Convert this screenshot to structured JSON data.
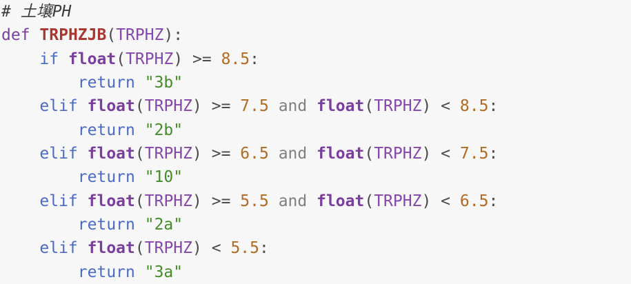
{
  "colors": {
    "background": "#f7f7f7",
    "text": "#333333",
    "comment": "#3b3b3b",
    "keyword": "#4b69c6",
    "storage": "#7a3e9d",
    "builtin": "#7a3e9d",
    "funcname": "#aa3731",
    "variable": "#8545ab",
    "number": "#b16a21",
    "string": "#448c27",
    "operator": "#4a4a4a",
    "punct": "#4a4a4a",
    "logical": "#7f7f7f"
  },
  "editor": {
    "language": "python",
    "lines": [
      [
        {
          "t": "# 土壤PH",
          "y": "comment"
        }
      ],
      [
        {
          "t": "def",
          "y": "storage"
        },
        {
          "t": " ",
          "y": "plain"
        },
        {
          "t": "TRPHZJB",
          "y": "funcname"
        },
        {
          "t": "(",
          "y": "punct"
        },
        {
          "t": "TRPHZ",
          "y": "variable"
        },
        {
          "t": "):",
          "y": "punct"
        }
      ],
      [
        {
          "t": "    ",
          "y": "plain"
        },
        {
          "t": "if",
          "y": "keyword"
        },
        {
          "t": " ",
          "y": "plain"
        },
        {
          "t": "float",
          "y": "builtin"
        },
        {
          "t": "(",
          "y": "punct"
        },
        {
          "t": "TRPHZ",
          "y": "variable"
        },
        {
          "t": ")",
          "y": "punct"
        },
        {
          "t": " ",
          "y": "plain"
        },
        {
          "t": ">=",
          "y": "operator"
        },
        {
          "t": " ",
          "y": "plain"
        },
        {
          "t": "8.5",
          "y": "number"
        },
        {
          "t": ":",
          "y": "punct"
        }
      ],
      [
        {
          "t": "        ",
          "y": "plain"
        },
        {
          "t": "return",
          "y": "keyword"
        },
        {
          "t": " ",
          "y": "plain"
        },
        {
          "t": "\"3b\"",
          "y": "string"
        }
      ],
      [
        {
          "t": "    ",
          "y": "plain"
        },
        {
          "t": "elif",
          "y": "keyword"
        },
        {
          "t": " ",
          "y": "plain"
        },
        {
          "t": "float",
          "y": "builtin"
        },
        {
          "t": "(",
          "y": "punct"
        },
        {
          "t": "TRPHZ",
          "y": "variable"
        },
        {
          "t": ")",
          "y": "punct"
        },
        {
          "t": " ",
          "y": "plain"
        },
        {
          "t": ">=",
          "y": "operator"
        },
        {
          "t": " ",
          "y": "plain"
        },
        {
          "t": "7.5",
          "y": "number"
        },
        {
          "t": " ",
          "y": "plain"
        },
        {
          "t": "and",
          "y": "logical"
        },
        {
          "t": " ",
          "y": "plain"
        },
        {
          "t": "float",
          "y": "builtin"
        },
        {
          "t": "(",
          "y": "punct"
        },
        {
          "t": "TRPHZ",
          "y": "variable"
        },
        {
          "t": ")",
          "y": "punct"
        },
        {
          "t": " ",
          "y": "plain"
        },
        {
          "t": "<",
          "y": "operator"
        },
        {
          "t": " ",
          "y": "plain"
        },
        {
          "t": "8.5",
          "y": "number"
        },
        {
          "t": ":",
          "y": "punct"
        }
      ],
      [
        {
          "t": "        ",
          "y": "plain"
        },
        {
          "t": "return",
          "y": "keyword"
        },
        {
          "t": " ",
          "y": "plain"
        },
        {
          "t": "\"2b\"",
          "y": "string"
        }
      ],
      [
        {
          "t": "    ",
          "y": "plain"
        },
        {
          "t": "elif",
          "y": "keyword"
        },
        {
          "t": " ",
          "y": "plain"
        },
        {
          "t": "float",
          "y": "builtin"
        },
        {
          "t": "(",
          "y": "punct"
        },
        {
          "t": "TRPHZ",
          "y": "variable"
        },
        {
          "t": ")",
          "y": "punct"
        },
        {
          "t": " ",
          "y": "plain"
        },
        {
          "t": ">=",
          "y": "operator"
        },
        {
          "t": " ",
          "y": "plain"
        },
        {
          "t": "6.5",
          "y": "number"
        },
        {
          "t": " ",
          "y": "plain"
        },
        {
          "t": "and",
          "y": "logical"
        },
        {
          "t": " ",
          "y": "plain"
        },
        {
          "t": "float",
          "y": "builtin"
        },
        {
          "t": "(",
          "y": "punct"
        },
        {
          "t": "TRPHZ",
          "y": "variable"
        },
        {
          "t": ")",
          "y": "punct"
        },
        {
          "t": " ",
          "y": "plain"
        },
        {
          "t": "<",
          "y": "operator"
        },
        {
          "t": " ",
          "y": "plain"
        },
        {
          "t": "7.5",
          "y": "number"
        },
        {
          "t": ":",
          "y": "punct"
        }
      ],
      [
        {
          "t": "        ",
          "y": "plain"
        },
        {
          "t": "return",
          "y": "keyword"
        },
        {
          "t": " ",
          "y": "plain"
        },
        {
          "t": "\"10\"",
          "y": "string"
        }
      ],
      [
        {
          "t": "    ",
          "y": "plain"
        },
        {
          "t": "elif",
          "y": "keyword"
        },
        {
          "t": " ",
          "y": "plain"
        },
        {
          "t": "float",
          "y": "builtin"
        },
        {
          "t": "(",
          "y": "punct"
        },
        {
          "t": "TRPHZ",
          "y": "variable"
        },
        {
          "t": ")",
          "y": "punct"
        },
        {
          "t": " ",
          "y": "plain"
        },
        {
          "t": ">=",
          "y": "operator"
        },
        {
          "t": " ",
          "y": "plain"
        },
        {
          "t": "5.5",
          "y": "number"
        },
        {
          "t": " ",
          "y": "plain"
        },
        {
          "t": "and",
          "y": "logical"
        },
        {
          "t": " ",
          "y": "plain"
        },
        {
          "t": "float",
          "y": "builtin"
        },
        {
          "t": "(",
          "y": "punct"
        },
        {
          "t": "TRPHZ",
          "y": "variable"
        },
        {
          "t": ")",
          "y": "punct"
        },
        {
          "t": " ",
          "y": "plain"
        },
        {
          "t": "<",
          "y": "operator"
        },
        {
          "t": " ",
          "y": "plain"
        },
        {
          "t": "6.5",
          "y": "number"
        },
        {
          "t": ":",
          "y": "punct"
        }
      ],
      [
        {
          "t": "        ",
          "y": "plain"
        },
        {
          "t": "return",
          "y": "keyword"
        },
        {
          "t": " ",
          "y": "plain"
        },
        {
          "t": "\"2a\"",
          "y": "string"
        }
      ],
      [
        {
          "t": "    ",
          "y": "plain"
        },
        {
          "t": "elif",
          "y": "keyword"
        },
        {
          "t": " ",
          "y": "plain"
        },
        {
          "t": "float",
          "y": "builtin"
        },
        {
          "t": "(",
          "y": "punct"
        },
        {
          "t": "TRPHZ",
          "y": "variable"
        },
        {
          "t": ")",
          "y": "punct"
        },
        {
          "t": " ",
          "y": "plain"
        },
        {
          "t": "<",
          "y": "operator"
        },
        {
          "t": " ",
          "y": "plain"
        },
        {
          "t": "5.5",
          "y": "number"
        },
        {
          "t": ":",
          "y": "punct"
        }
      ],
      [
        {
          "t": "        ",
          "y": "plain"
        },
        {
          "t": "return",
          "y": "keyword"
        },
        {
          "t": " ",
          "y": "plain"
        },
        {
          "t": "\"3a\"",
          "y": "string"
        }
      ]
    ]
  }
}
